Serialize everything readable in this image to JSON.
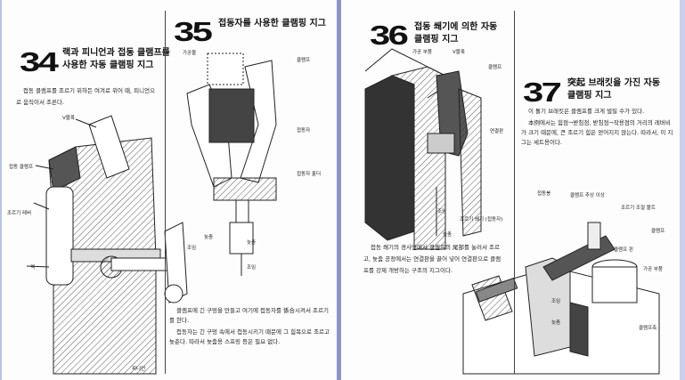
{
  "sections": [
    {
      "number": "34",
      "title_line1": "랙과 피니언과 접동 클램프를",
      "title_line2": "사용한 자동 클램핑 지그",
      "paragraph": "접동 클램프를 조르기 위하든 여겨로 위어 때, 피니언으로 움직이서 조른다.",
      "labels": [
        "V블록",
        "접동 클램프",
        "조르기 레버",
        "랙",
        "피니언"
      ]
    },
    {
      "number": "35",
      "title": "접동자를 사용한 클램핑 지그",
      "paragraph1": "클램프에 긴 구멍을 만들고 여기에 접동자를 係合시켜서 조르기를 한다.",
      "paragraph2": "접동자는 긴 구멍 속에서 접동시키기 때문에 그 힘목으로 조르고 늦춘다. 따라서 늦춤용 스프링 등은 필요 없다.",
      "labels": [
        "가공물",
        "클램프",
        "접동자",
        "접동자 홀더",
        "늦춤",
        "조임",
        "늦춤",
        "조임"
      ]
    },
    {
      "number": "36",
      "title_line1": "접동 쐐기에 의한 자동",
      "title_line2": "클램핑 지그",
      "paragraph": "접동 쐐기의 경사면에서 클램프의 尾部를 눌러서 조르고, 늦춤 공정에서는 연결판을 끌어 넣어 연결판으로 클램프를 강제 개방하는 구조의 지그이다.",
      "labels": [
        "가공 부품",
        "V블록",
        "클램프",
        "연결판",
        "조임",
        "조르기 쐐기 (접동자)",
        "늦춤"
      ]
    },
    {
      "number": "37",
      "title_line1": "突起 브래킷을 가진 자동",
      "title_line2": "클램핑 지그",
      "paragraph1": "이 돌기 브래킷은 클램프를 크게 벌릴 수가 있다.",
      "paragraph2": "本例에서는 힘점→받침점, 받침점→작용점의 거리의 레버비가 크기 때문에, 큰 조르기 힘은 얻어지지 않는다. 따라서, 이 지그는 세트용이다.",
      "labels": [
        "접동봉",
        "클램프 추상 이상",
        "조르기 조절 볼트",
        "클램프",
        "클램프 핀",
        "가공 부품",
        "조임",
        "늦춤",
        "클램프축"
      ]
    }
  ]
}
